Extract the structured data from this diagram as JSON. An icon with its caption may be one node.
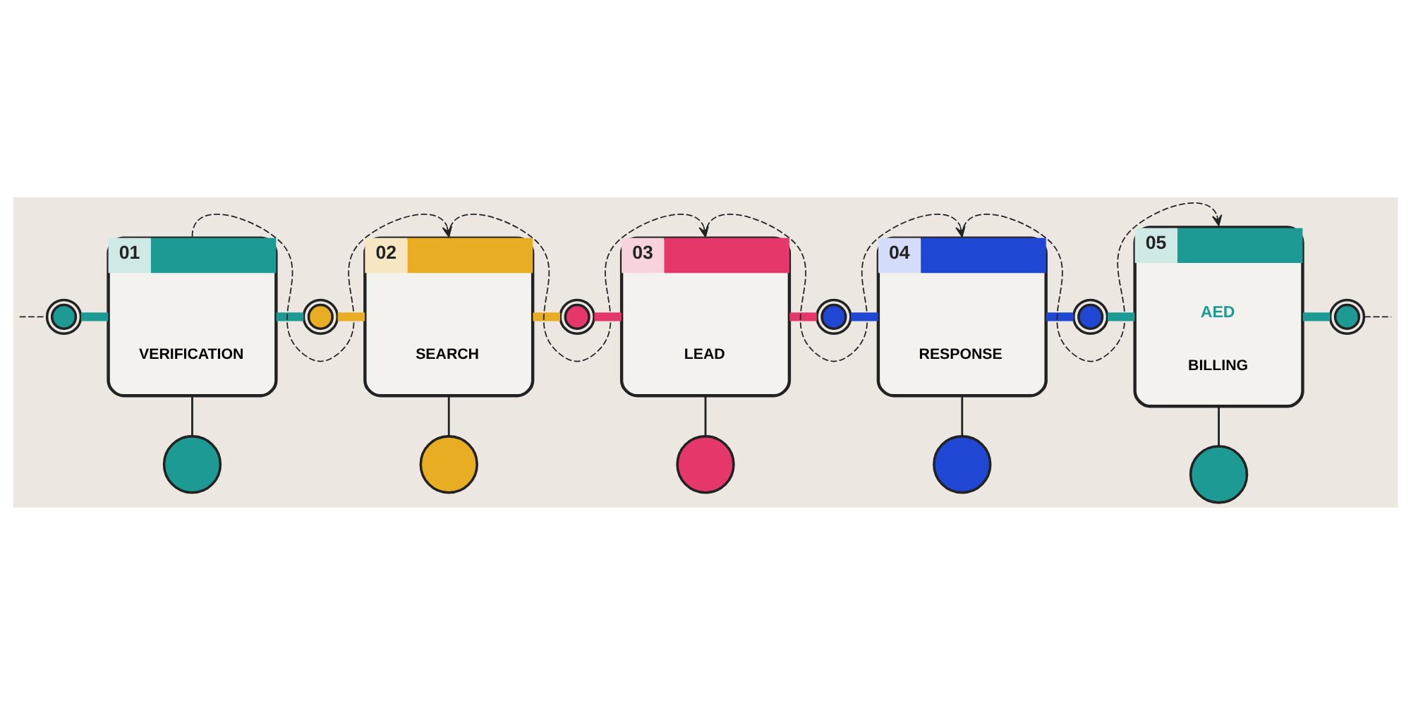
{
  "diagram": {
    "nodes": [
      {
        "text": [],
        "shape": "circle"
      },
      {
        "text": [
          "01",
          "VERIFICATION"
        ]
      },
      {
        "text": [],
        "shape": "circle"
      },
      {
        "text": [
          "02",
          "SEARCH"
        ]
      },
      {
        "text": [],
        "shape": "circle"
      },
      {
        "text": [
          "03",
          "LEAD"
        ]
      },
      {
        "text": [],
        "shape": "circle"
      },
      {
        "text": [
          "04",
          "RESPONSE"
        ]
      },
      {
        "text": [],
        "shape": "circle"
      },
      {
        "text": [
          "05",
          "AED",
          "BILLING"
        ]
      },
      {
        "text": [],
        "shape": "circle"
      },
      {
        "text": [],
        "shape": "circle"
      },
      {
        "text": [],
        "shape": "circle"
      },
      {
        "text": [],
        "shape": "circle"
      },
      {
        "text": [],
        "shape": "circle"
      },
      {
        "text": [],
        "shape": "circle"
      }
    ],
    "edges": [
      {
        "from": null,
        "to": 0,
        "arrow": "none",
        "style": "dashed"
      },
      {
        "from": 0,
        "to": 1,
        "arrow": "none",
        "style": "thick",
        "color": "#1d9a94"
      },
      {
        "from": 1,
        "to": 2,
        "arrow": "none",
        "style": "thick",
        "color": "#1d9a94"
      },
      {
        "from": 2,
        "to": 3,
        "arrow": "none",
        "style": "thick",
        "color": "#e8ad22"
      },
      {
        "from": 3,
        "to": 4,
        "arrow": "none",
        "style": "thick",
        "color": "#e8ad22"
      },
      {
        "from": 4,
        "to": 5,
        "arrow": "none",
        "style": "thick",
        "color": "#e6376b"
      },
      {
        "from": 5,
        "to": 6,
        "arrow": "none",
        "style": "thick",
        "color": "#e6376b"
      },
      {
        "from": 6,
        "to": 7,
        "arrow": "none",
        "style": "thick",
        "color": "#1f47d4"
      },
      {
        "from": 7,
        "to": 8,
        "arrow": "none",
        "style": "thick",
        "color": "#1f47d4"
      },
      {
        "from": 8,
        "to": 9,
        "arrow": "none",
        "style": "thick",
        "color": "#1d9a94"
      },
      {
        "from": 9,
        "to": 10,
        "arrow": "none",
        "style": "thick",
        "color": "#1d9a94"
      },
      {
        "from": 10,
        "to": null,
        "arrow": "none",
        "style": "dashed"
      },
      {
        "from": 1,
        "to": 3,
        "arrow": "to",
        "style": "dashed"
      },
      {
        "from": 3,
        "to": 5,
        "arrow": "to",
        "style": "dashed"
      },
      {
        "from": 5,
        "to": 7,
        "arrow": "to",
        "style": "dashed"
      },
      {
        "from": 7,
        "to": 9,
        "arrow": "to",
        "style": "dashed"
      },
      {
        "from": 1,
        "to": 11,
        "arrow": "none"
      },
      {
        "from": 3,
        "to": 12,
        "arrow": "none"
      },
      {
        "from": 5,
        "to": 13,
        "arrow": "none"
      },
      {
        "from": 7,
        "to": 14,
        "arrow": "none"
      },
      {
        "from": 9,
        "to": 15,
        "arrow": "none"
      }
    ]
  }
}
